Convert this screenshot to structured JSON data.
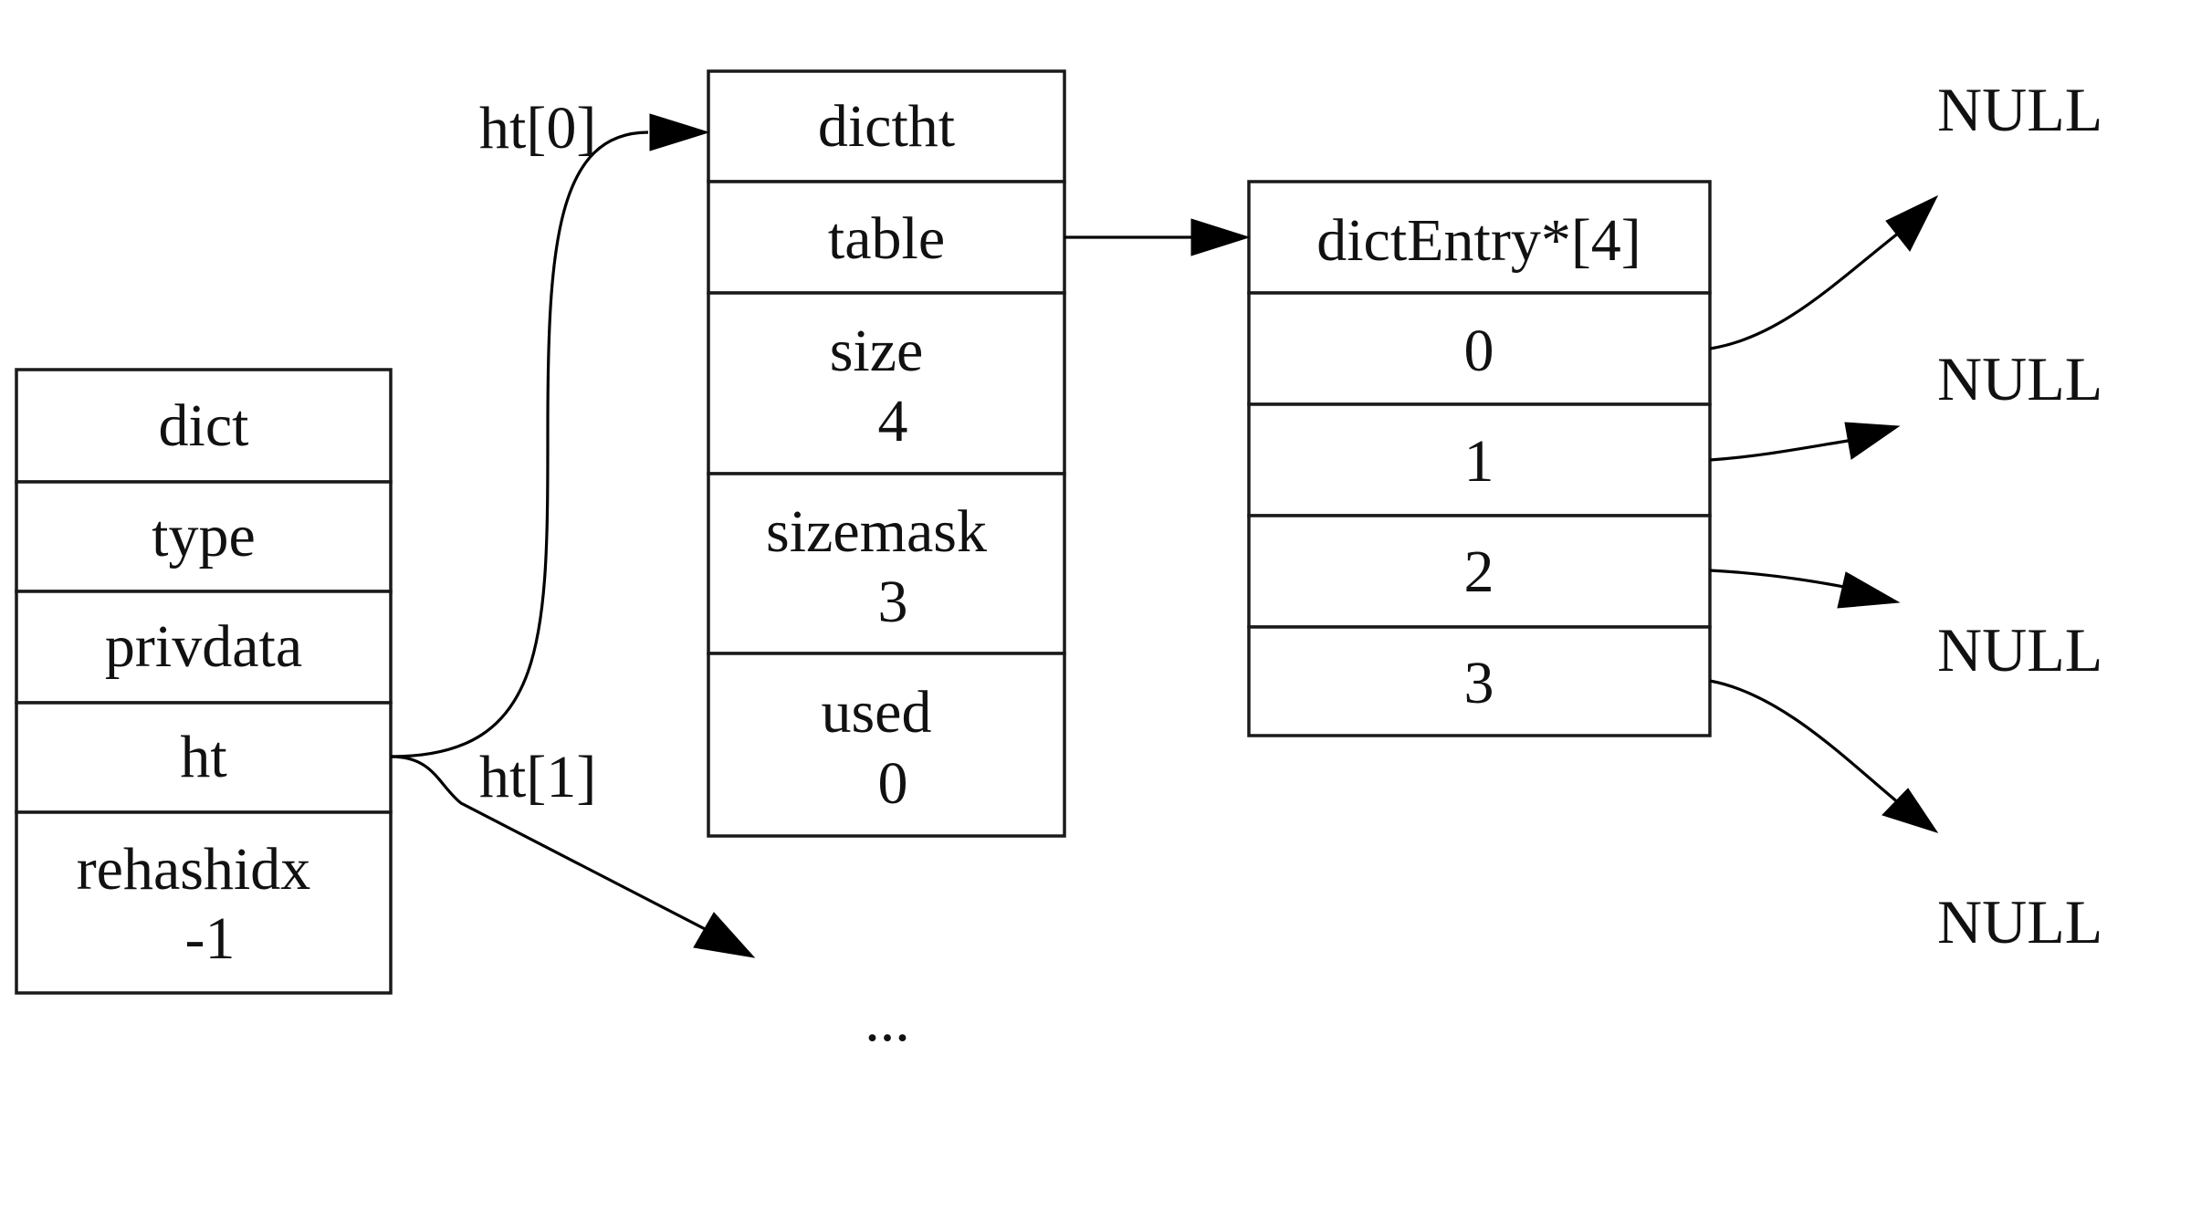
{
  "dict": {
    "title": "dict",
    "fields": [
      "type",
      "privdata",
      "ht"
    ],
    "rehash_label": "rehashidx",
    "rehash_value": "-1"
  },
  "dictht": {
    "title": "dictht",
    "table_label": "table",
    "size_label": "size",
    "size_value": "4",
    "sizemask_label": "sizemask",
    "sizemask_value": "3",
    "used_label": "used",
    "used_value": "0"
  },
  "dictentry": {
    "title": "dictEntry*[4]",
    "slots": [
      "0",
      "1",
      "2",
      "3"
    ]
  },
  "nulls": [
    "NULL",
    "NULL",
    "NULL",
    "NULL"
  ],
  "edges": {
    "ht0_label": "ht[0]",
    "ht1_label": "ht[1]"
  },
  "ellipsis": "..."
}
